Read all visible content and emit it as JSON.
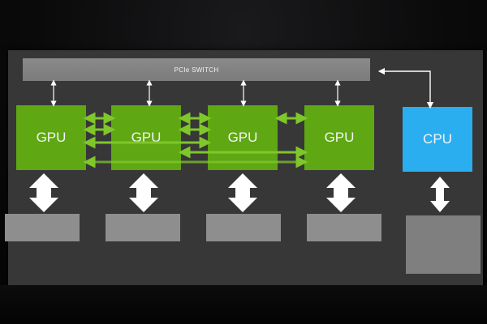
{
  "diagram": {
    "switch_label": "PCIe SWITCH",
    "gpu_label": "GPU",
    "cpu_label": "CPU"
  },
  "colors": {
    "gpu": "#5fa713",
    "cpu": "#2aaef0",
    "link": "#7fc72a",
    "switch": "#868686",
    "memory": "#8e8e8e",
    "connector": "#ffffff"
  }
}
